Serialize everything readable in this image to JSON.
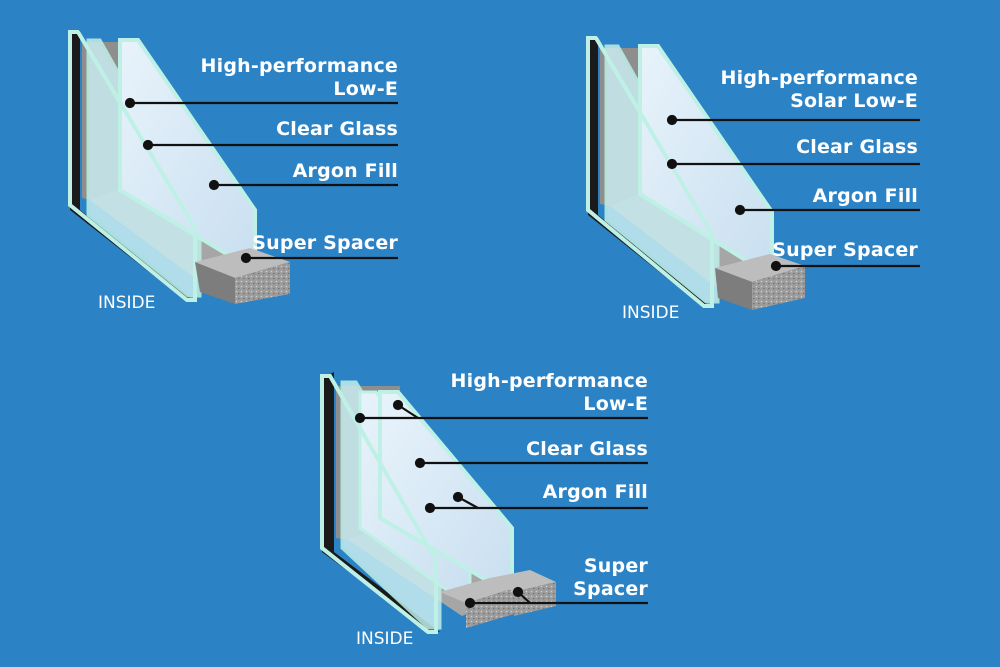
{
  "colors": {
    "background": "#2b83c6",
    "glass_edge": "#bff0e6",
    "glass_pane": "#dbeaf7",
    "frame_dark": "#1c1c1c",
    "frame_grey": "#8f8f8f",
    "spacer": "#a9a9a9",
    "leader_line": "#111111"
  },
  "diagram_top_left": {
    "labels": {
      "low_e_line1": "High-performance",
      "low_e_line2": "Low-E",
      "clear_glass": "Clear Glass",
      "argon_fill": "Argon Fill",
      "super_spacer": "Super Spacer",
      "inside": "INSIDE"
    }
  },
  "diagram_top_right": {
    "labels": {
      "low_e_line1": "High-performance",
      "low_e_line2": "Solar Low-E",
      "clear_glass": "Clear Glass",
      "argon_fill": "Argon Fill",
      "super_spacer": "Super Spacer",
      "inside": "INSIDE"
    }
  },
  "diagram_bottom": {
    "labels": {
      "low_e_line1": "High-performance",
      "low_e_line2": "Low-E",
      "clear_glass": "Clear Glass",
      "argon_fill": "Argon Fill",
      "super_spacer_line1": "Super",
      "super_spacer_line2": "Spacer",
      "inside": "INSIDE"
    }
  }
}
